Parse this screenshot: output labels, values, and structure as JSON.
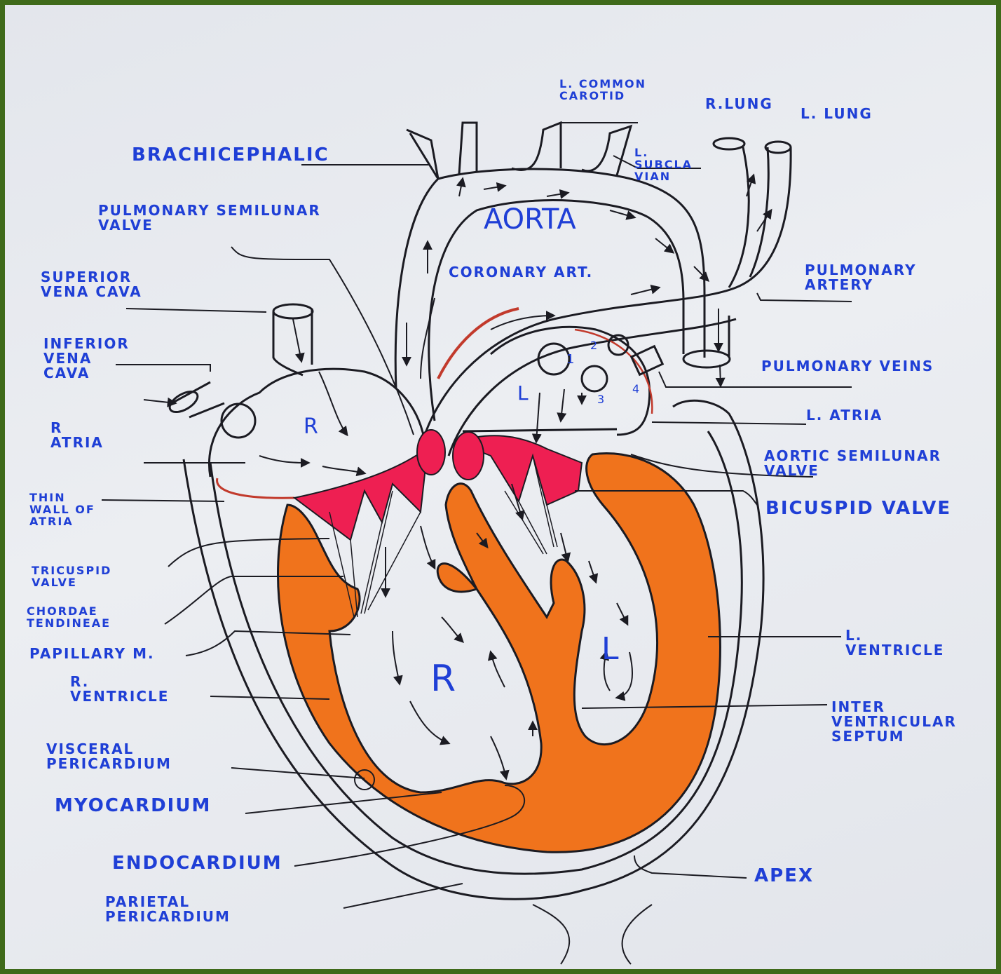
{
  "labels": {
    "l_common_carotid": "L. COMMON\nCAROTID",
    "r_lung": "R.LUNG",
    "l_lung": "L. LUNG",
    "brachicephalic": "BRACHICEPHALIC",
    "l_subclavian": "L.\nSUBCLA\nVIAN",
    "aorta": "AORTA",
    "pulmonary_semilunar": "PULMONARY SEMILUNAR\nVALVE",
    "superior_vena_cava": "SUPERIOR\nVENA CAVA",
    "coronary_art": "CORONARY ART.",
    "pulmonary_artery": "PULMONARY\nARTERY",
    "inferior_vena_cava": "INFERIOR\nVENA\nCAVA",
    "pulmonary_veins": "PULMONARY VEINS",
    "r_atria": "R\nATRIA",
    "l_atria": "L. ATRIA",
    "aortic_semilunar": "AORTIC SEMILUNAR\nVALVE",
    "thin_wall": "THIN\nWALL OF\nATRIA",
    "bicuspid": "BICUSPID VALVE",
    "tricuspid": "TRICUSPID\nVALVE",
    "chordae": "CHORDAE\nTENDINEAE",
    "papillary": "PAPILLARY M.",
    "l_ventricle": "L.\nVENTRICLE",
    "r_ventricle": "R.\nVENTRICLE",
    "interventricular": "INTER\nVENTRICULAR\nSEPTUM",
    "visceral": "VISCERAL\nPERICARDIUM",
    "myocardium": "MYOCARDIUM",
    "endocardium": "ENDOCARDIUM",
    "apex": "APEX",
    "parietal": "PARIETAL\nPERICARDIUM"
  },
  "chambers": {
    "ra": "R",
    "la": "L",
    "rv": "R",
    "lv": "L",
    "pv_marks": [
      "1",
      "2",
      "3",
      "4"
    ]
  },
  "colors": {
    "ink": "#1f3fd6",
    "line": "#1b1b22",
    "muscle": "#f0731c",
    "valve": "#ee1f52",
    "paper": "#e8eaef",
    "border": "#3f6a1a"
  }
}
